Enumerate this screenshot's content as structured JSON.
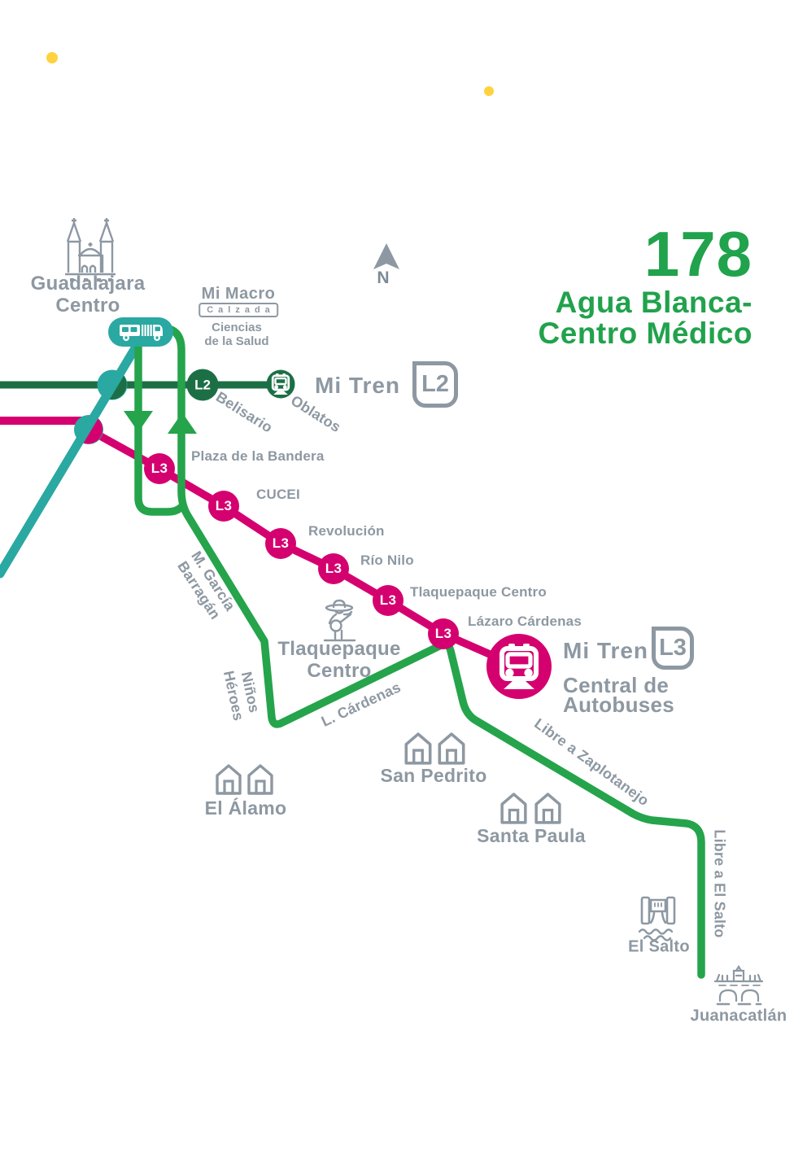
{
  "route_header": {
    "number": "178",
    "name_line1": "Agua Blanca-",
    "name_line2": "Centro Médico"
  },
  "colors": {
    "route_green": "#25A44B",
    "l2_dark_green": "#1C6F45",
    "l3_pink": "#D5006F",
    "macro_teal": "#2AA8A2",
    "label_gray": "#8D98A2",
    "dot_yellow": "#FFD23E",
    "title_green": "#21A24C"
  },
  "compass": {
    "label": "N"
  },
  "guadalajara": {
    "line1": "Guadalajara",
    "line2": "Centro"
  },
  "mi_macro": {
    "brand": "Mi Macro",
    "badge": "Calzada",
    "station_line1": "Ciencias",
    "station_line2": "de la Salud"
  },
  "l2": {
    "brand": "Mi Tren",
    "badge": "L2",
    "stations": {
      "belisario": "Belisario",
      "oblatos": "Oblatos"
    }
  },
  "l3": {
    "brand": "Mi Tren",
    "badge": "L3",
    "stations": [
      "Plaza de la Bandera",
      "CUCEI",
      "Revolución",
      "Río Nilo",
      "Tlaquepaque Centro",
      "Lázaro Cárdenas"
    ],
    "terminal_line1": "Central de",
    "terminal_line2": "Autobuses"
  },
  "streets": {
    "garcia_line1": "M. García",
    "garcia_line2": "Barragán",
    "ninos_line1": "Niños",
    "ninos_line2": "Héroes",
    "cardenas": "L. Cárdenas",
    "zapotlanejo": "Libre a Zaplotanejo",
    "salto_road": "Libre a El Salto"
  },
  "places": {
    "tlaquepaque_line1": "Tlaquepaque",
    "tlaquepaque_line2": "Centro",
    "el_alamo": "El Álamo",
    "san_pedrito": "San Pedrito",
    "santa_paula": "Santa Paula",
    "el_salto": "El Salto",
    "juanacatlan": "Juanacatlán"
  }
}
